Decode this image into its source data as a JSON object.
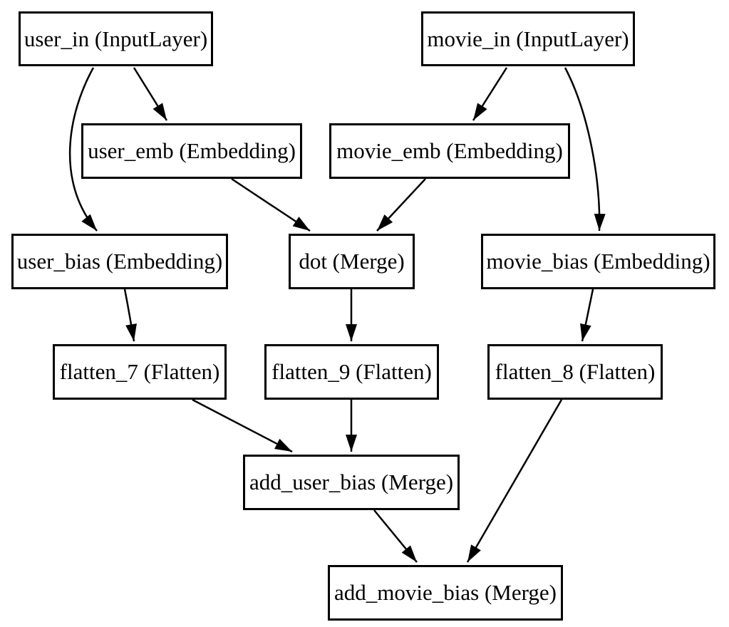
{
  "diagram": {
    "kind": "neural-network-layer-graph",
    "colors": {
      "background": "#ffffff",
      "node_fill": "#ffffff",
      "node_border": "#000000",
      "edge": "#000000",
      "text": "#000000"
    },
    "nodes": {
      "user_in": {
        "label": "user_in (InputLayer)"
      },
      "movie_in": {
        "label": "movie_in (InputLayer)"
      },
      "user_emb": {
        "label": "user_emb (Embedding)"
      },
      "movie_emb": {
        "label": "movie_emb (Embedding)"
      },
      "user_bias": {
        "label": "user_bias (Embedding)"
      },
      "dot": {
        "label": "dot (Merge)"
      },
      "movie_bias": {
        "label": "movie_bias (Embedding)"
      },
      "flatten_7": {
        "label": "flatten_7 (Flatten)"
      },
      "flatten_9": {
        "label": "flatten_9 (Flatten)"
      },
      "flatten_8": {
        "label": "flatten_8 (Flatten)"
      },
      "add_user_bias": {
        "label": "add_user_bias (Merge)"
      },
      "add_movie_bias": {
        "label": "add_movie_bias (Merge)"
      }
    },
    "edges": [
      {
        "from": "user_in",
        "to": "user_emb"
      },
      {
        "from": "user_in",
        "to": "user_bias"
      },
      {
        "from": "movie_in",
        "to": "movie_emb"
      },
      {
        "from": "movie_in",
        "to": "movie_bias"
      },
      {
        "from": "user_emb",
        "to": "dot"
      },
      {
        "from": "movie_emb",
        "to": "dot"
      },
      {
        "from": "user_bias",
        "to": "flatten_7"
      },
      {
        "from": "dot",
        "to": "flatten_9"
      },
      {
        "from": "movie_bias",
        "to": "flatten_8"
      },
      {
        "from": "flatten_7",
        "to": "add_user_bias"
      },
      {
        "from": "flatten_9",
        "to": "add_user_bias"
      },
      {
        "from": "flatten_8",
        "to": "add_movie_bias"
      },
      {
        "from": "add_user_bias",
        "to": "add_movie_bias"
      }
    ]
  }
}
